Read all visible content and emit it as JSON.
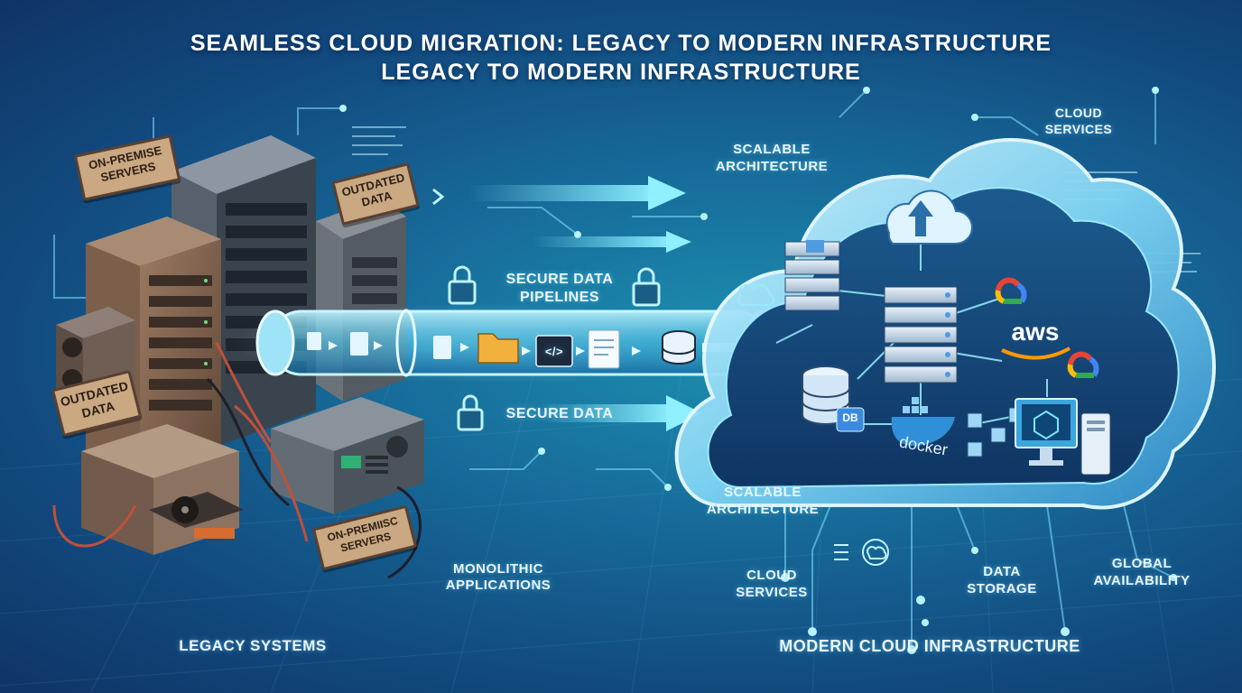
{
  "title": {
    "line1": "SEAMLESS CLOUD MIGRATION: LEGACY TO MODERN INFRASTRUCTURE",
    "line2": "LEGACY TO MODERN INFRASTRUCTURE"
  },
  "legacy": {
    "section_label": "LEGACY SYSTEMS",
    "sign_onpremise_top": "ON-PREMISE SERVERS",
    "sign_outdated_top": "OUTDATED DATA",
    "sign_outdated_left": "OUTDATED DATA",
    "sign_onpremise_bottom": "ON-PREMIISC SERVERS",
    "monolithic": "MONOLITHIC APPLICATIONS"
  },
  "pipeline": {
    "secure_pipelines": "SECURE DATA PIPELINES",
    "secure_data": "SECURE DATA",
    "file_code_glyph": "</>"
  },
  "cloud": {
    "section_label": "MODERN CLOUD INFRASTRUCTURE",
    "scalable_top": "SCALABLE ARCHITECTURE",
    "scalable_bottom": "SCALABLE ARCHITECTURE",
    "services_top": "CLOUD SERVICES",
    "services_bottom": "CLOUD SERVICES",
    "data_storage": "DATA STORAGE",
    "global_availability": "GLOBAL AVAILABILITY",
    "db_badge": "DB",
    "aws_logo": "aws",
    "docker_logo": "docker"
  },
  "colors": {
    "background_center": "#1d8fb0",
    "background_edge": "#0f3466",
    "glow": "#6fe0ff",
    "sign": "#c9a882",
    "rust": "#8a5a3a"
  }
}
